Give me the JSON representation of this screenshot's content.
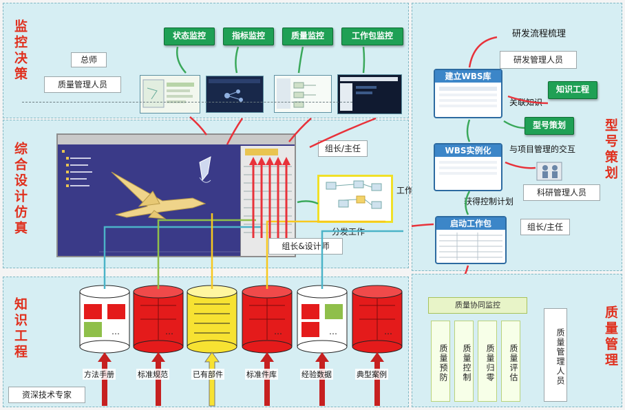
{
  "panels": {
    "monitor": "监控决策",
    "design": "综合设计仿真",
    "knowledge": "知识工程",
    "model": "型号策划",
    "quality": "质量管理"
  },
  "monitor_buttons": [
    "状态监控",
    "指标监控",
    "质量监控",
    "工作包监控"
  ],
  "roles": {
    "chief": "总师",
    "quality_staff": "质量管理人员",
    "team_lead_1": "组长/主任",
    "team_lead_design": "组长&设计师",
    "dispatch": "分发工作",
    "expert": "资深技术专家",
    "rd_flow": "研发流程梳理",
    "rd_staff": "研发管理人员",
    "wbs_build": "建立WBS库",
    "knowledge_eng": "知识工程",
    "assoc_knowledge": "关联知识",
    "model_plan": "型号策划",
    "wbs_inst": "WBS实例化",
    "interaction": "与项目管理的交互",
    "sci_staff": "科研管理人员",
    "plan_ctrl": "获得控制计划",
    "open_work": "启动工作包",
    "team_lead_2": "组长/主任",
    "work_pkg": "工作包"
  },
  "knowledge_db": {
    "middle_label": "已有部件",
    "bottom_labels": [
      "方法手册",
      "标准规范",
      "已有部件",
      "标准件库",
      "经验数据",
      "典型案例"
    ]
  },
  "quality": {
    "monitor": "质量协同监控",
    "columns": [
      "质量预防",
      "质量控制",
      "质量归零",
      "质量评估"
    ],
    "staff": "质量管理人员"
  },
  "colors": {
    "panel_bg": "#d6eef3",
    "title_red": "#e0301e",
    "monitor_green": "#1fa055",
    "db_red": "#e41b1b",
    "db_yellow": "#f7e232"
  }
}
